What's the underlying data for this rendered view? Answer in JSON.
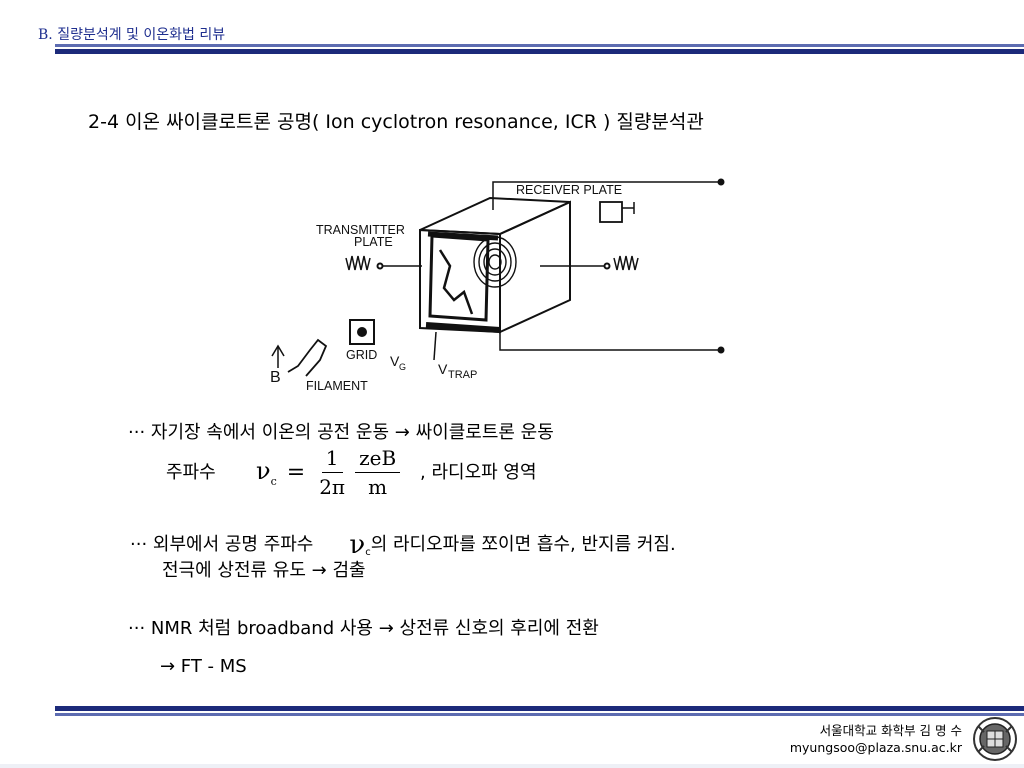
{
  "header": {
    "title": "B. 질량분석계 및 이온화법 리뷰"
  },
  "heading": "2-4  이온 싸이클로트론 공명( Ion cyclotron resonance, ICR ) 질량분석관",
  "diagram": {
    "receiver_label": "RECEIVER PLATE",
    "transmitter_label_1": "TRANSMITTER",
    "transmitter_label_2": "PLATE",
    "grid_label": "GRID",
    "vg_label": "V",
    "vg_sub": "G",
    "vtrap_label": "V",
    "vtrap_sub": "TRAP",
    "filament_label": "FILAMENT",
    "b_label": "B"
  },
  "bullets": {
    "b1": "··· 자기장 속에서 이온의 공전 운동  → 싸이클로트론 운동",
    "freq_label": "주파수",
    "nu": "ν",
    "nu_sub": "c",
    "eq": "=",
    "num1": "1",
    "den1": "2π",
    "num2": "zeB",
    "den2": "m",
    "radio": ", 라디오파 영역",
    "b2_pre": "··· 외부에서 공명 주파수",
    "b2_nu": "ν",
    "b2_sub": "c",
    "b2_post": "의 라디오파를 쪼이면 흡수, 반지름 커짐.",
    "b2_line2": "전극에 상전류 유도  →  검출",
    "b3": "··· NMR 처럼 broadband 사용  → 상전류 신호의 후리에 전환",
    "b4": "→  FT - MS"
  },
  "footer": {
    "name": "서울대학교 화학부 김 명 수",
    "email": "myungsoo@plaza.snu.ac.kr"
  }
}
